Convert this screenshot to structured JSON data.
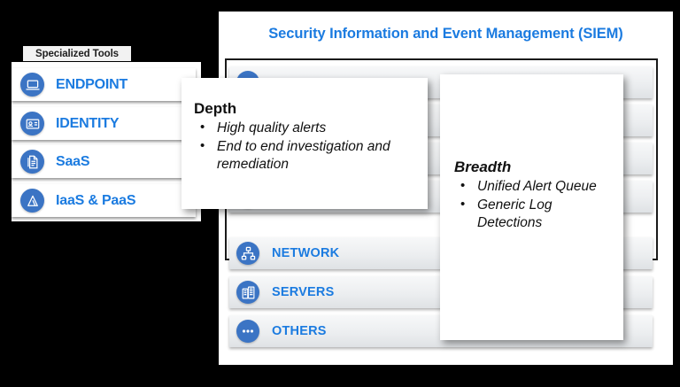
{
  "background_color": "#000000",
  "accent_blue": "#1B7BE0",
  "badge_blue": "#3B74C4",
  "siem": {
    "title": "Security Information and Event Management (SIEM)",
    "rows": [
      {
        "label": "",
        "icon": "blank-icon",
        "hidden": true
      },
      {
        "label": "",
        "icon": "blank-icon",
        "hidden": true
      },
      {
        "label": "",
        "icon": "blank-icon",
        "hidden": true
      },
      {
        "label": "",
        "icon": "blank-icon",
        "hidden": true
      },
      {
        "label": "NETWORK",
        "icon": "network-topology-icon",
        "hidden": false
      },
      {
        "label": "SERVERS",
        "icon": "server-building-icon",
        "hidden": false
      },
      {
        "label": "OTHERS",
        "icon": "ellipsis-icon",
        "hidden": false
      }
    ]
  },
  "tools": {
    "label": "Specialized Tools",
    "rows": [
      {
        "label": "ENDPOINT",
        "icon": "laptop-icon"
      },
      {
        "label": "IDENTITY",
        "icon": "id-card-icon"
      },
      {
        "label": "SaaS",
        "icon": "document-icon"
      },
      {
        "label": "IaaS & PaaS",
        "icon": "cloud-triangle-icon"
      }
    ]
  },
  "callouts": {
    "depth": {
      "title": "Depth",
      "bullets": [
        "High quality alerts",
        "End to end investigation and remediation"
      ]
    },
    "breadth": {
      "title": "Breadth",
      "bullets": [
        "Unified Alert Queue",
        "Generic Log Detections"
      ]
    }
  }
}
